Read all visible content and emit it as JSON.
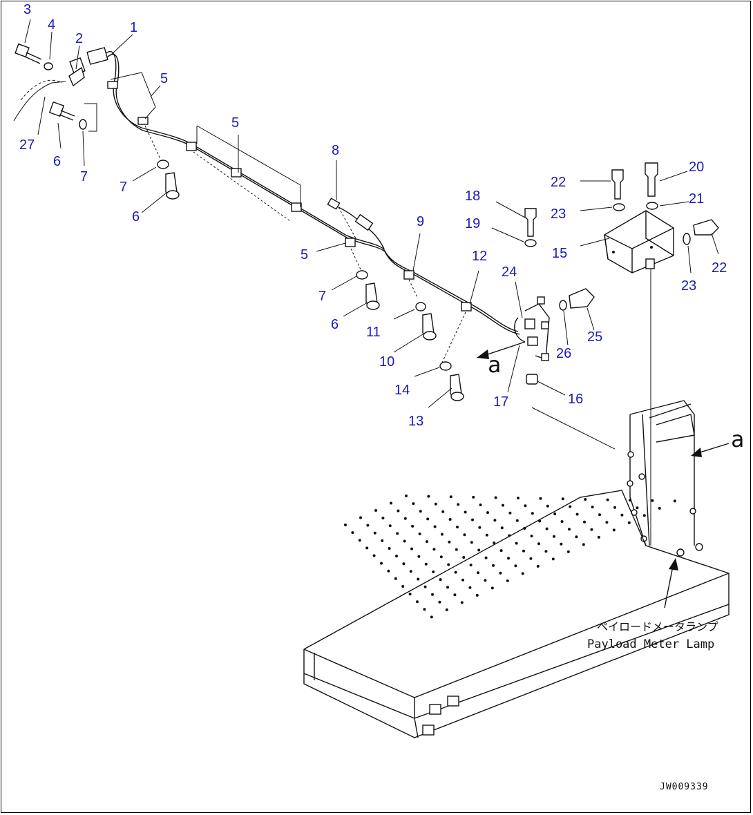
{
  "callouts": [
    {
      "text": "3"
    },
    {
      "text": "4"
    },
    {
      "text": "2"
    },
    {
      "text": "1"
    },
    {
      "text": "5"
    },
    {
      "text": "27"
    },
    {
      "text": "6"
    },
    {
      "text": "7"
    },
    {
      "text": "5"
    },
    {
      "text": "7"
    },
    {
      "text": "6"
    },
    {
      "text": "8"
    },
    {
      "text": "5"
    },
    {
      "text": "9"
    },
    {
      "text": "7"
    },
    {
      "text": "6"
    },
    {
      "text": "11"
    },
    {
      "text": "10"
    },
    {
      "text": "12"
    },
    {
      "text": "18"
    },
    {
      "text": "19"
    },
    {
      "text": "22"
    },
    {
      "text": "23"
    },
    {
      "text": "20"
    },
    {
      "text": "21"
    },
    {
      "text": "15"
    },
    {
      "text": "23"
    },
    {
      "text": "22"
    },
    {
      "text": "24"
    },
    {
      "text": "25"
    },
    {
      "text": "26"
    },
    {
      "text": "14"
    },
    {
      "text": "13"
    },
    {
      "text": "17"
    },
    {
      "text": "16"
    }
  ],
  "view_marker_left": "a",
  "view_marker_right": "a",
  "lamp_label_jp": "ペイロードメータランプ",
  "lamp_label_en": "Payload Meter Lamp",
  "drawing_code": "JW009339"
}
